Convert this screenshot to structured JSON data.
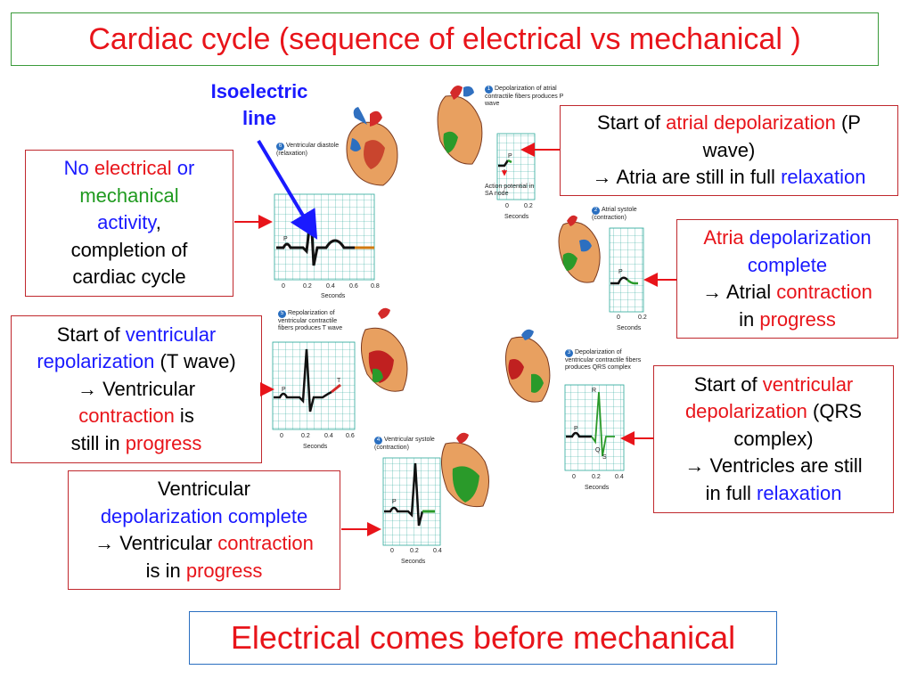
{
  "title": "Cardiac cycle (sequence of electrical vs mechanical )",
  "footer": "Electrical comes before mechanical",
  "isoelectric_label": "Isoelectric line",
  "colors": {
    "red": "#e8141a",
    "blue": "#1a1aff",
    "green": "#1f9a1f",
    "heart_red": "#d42a2a",
    "heart_blue": "#2c6fc0"
  },
  "notes": {
    "diastole": {
      "parts": [
        [
          "No ",
          "blue"
        ],
        [
          "electrical",
          "red"
        ],
        [
          " or",
          "blue"
        ],
        [
          "|",
          ""
        ],
        [
          "mechanical",
          "green"
        ],
        [
          "|",
          ""
        ],
        [
          "activity",
          "blue"
        ],
        [
          ",",
          "black"
        ],
        [
          "|",
          ""
        ],
        [
          "completion of",
          "black"
        ],
        [
          "|",
          ""
        ],
        [
          "cardiac cycle",
          "black"
        ]
      ]
    },
    "p_wave": {
      "parts": [
        [
          "Start of ",
          "black"
        ],
        [
          "atrial depolarization",
          "red"
        ],
        [
          " (P",
          "black"
        ],
        [
          "|",
          ""
        ],
        [
          "wave)",
          "black"
        ],
        [
          "|",
          ""
        ],
        [
          "→ Atria are still in full ",
          "black"
        ],
        [
          "relaxation",
          "blue"
        ]
      ]
    },
    "atrial_complete": {
      "parts": [
        [
          "Atria ",
          "red"
        ],
        [
          "depolarization",
          "blue"
        ],
        [
          "|",
          ""
        ],
        [
          "complete",
          "blue"
        ],
        [
          "|",
          ""
        ],
        [
          "→ Atrial ",
          "black"
        ],
        [
          "contraction",
          "red"
        ],
        [
          "|",
          ""
        ],
        [
          "in ",
          "black"
        ],
        [
          "progress",
          "red"
        ]
      ]
    },
    "t_wave": {
      "parts": [
        [
          "Start of ",
          "black"
        ],
        [
          "ventricular",
          "blue"
        ],
        [
          "|",
          ""
        ],
        [
          "repolarization",
          "blue"
        ],
        [
          " (T wave)",
          "black"
        ],
        [
          "|",
          ""
        ],
        [
          "→ Ventricular",
          "black"
        ],
        [
          "|",
          ""
        ],
        [
          "contraction",
          "red"
        ],
        [
          " is",
          "black"
        ],
        [
          "|",
          ""
        ],
        [
          "still in ",
          "black"
        ],
        [
          "progress",
          "red"
        ]
      ]
    },
    "qrs": {
      "parts": [
        [
          "Start of ",
          "black"
        ],
        [
          "ventricular",
          "red"
        ],
        [
          "|",
          ""
        ],
        [
          "depolarization",
          "red"
        ],
        [
          " (QRS",
          "black"
        ],
        [
          "|",
          ""
        ],
        [
          "complex)",
          "black"
        ],
        [
          "|",
          ""
        ],
        [
          "→ Ventricles are still",
          "black"
        ],
        [
          "|",
          ""
        ],
        [
          "in full ",
          "black"
        ],
        [
          "relaxation",
          "blue"
        ]
      ]
    },
    "ventricular_complete": {
      "parts": [
        [
          "Ventricular",
          "black"
        ],
        [
          "|",
          ""
        ],
        [
          "depolarization complete",
          "blue"
        ],
        [
          "|",
          ""
        ],
        [
          "→ Ventricular ",
          "black"
        ],
        [
          "contraction",
          "red"
        ],
        [
          "|",
          ""
        ],
        [
          "is in ",
          "black"
        ],
        [
          "progress",
          "red"
        ]
      ]
    }
  },
  "panels": {
    "p1": {
      "num": "1",
      "caption": "Depolarization of atrial contractile fibers produces P wave",
      "wave_label": "P",
      "sub_label": "Action potential in SA node",
      "ticks": [
        "0",
        "0.2"
      ],
      "axis": "Seconds"
    },
    "p2": {
      "num": "2",
      "caption": "Atrial systole (contraction)",
      "wave_label": "P",
      "ticks": [
        "0",
        "0.2"
      ],
      "axis": "Seconds"
    },
    "p3": {
      "num": "3",
      "caption": "Depolarization of ventricular contractile fibers produces QRS complex",
      "labels": [
        "P",
        "R",
        "Q",
        "S"
      ],
      "ticks": [
        "0",
        "0.2",
        "0.4"
      ],
      "axis": "Seconds"
    },
    "p4": {
      "num": "4",
      "caption": "Ventricular systole (contraction)",
      "wave_label": "P",
      "ticks": [
        "0",
        "0.2",
        "0.4"
      ],
      "axis": "Seconds"
    },
    "p5": {
      "num": "5",
      "caption": "Repolarization of ventricular contractile fibers produces T wave",
      "labels": [
        "P",
        "T"
      ],
      "ticks": [
        "0",
        "0.2",
        "0.4",
        "0.6"
      ],
      "axis": "Seconds"
    },
    "p6": {
      "num": "6",
      "caption": "Ventricular diastole (relaxation)",
      "wave_label": "P",
      "ticks": [
        "0",
        "0.2",
        "0.4",
        "0.6",
        "0.8"
      ],
      "axis": "Seconds"
    }
  }
}
